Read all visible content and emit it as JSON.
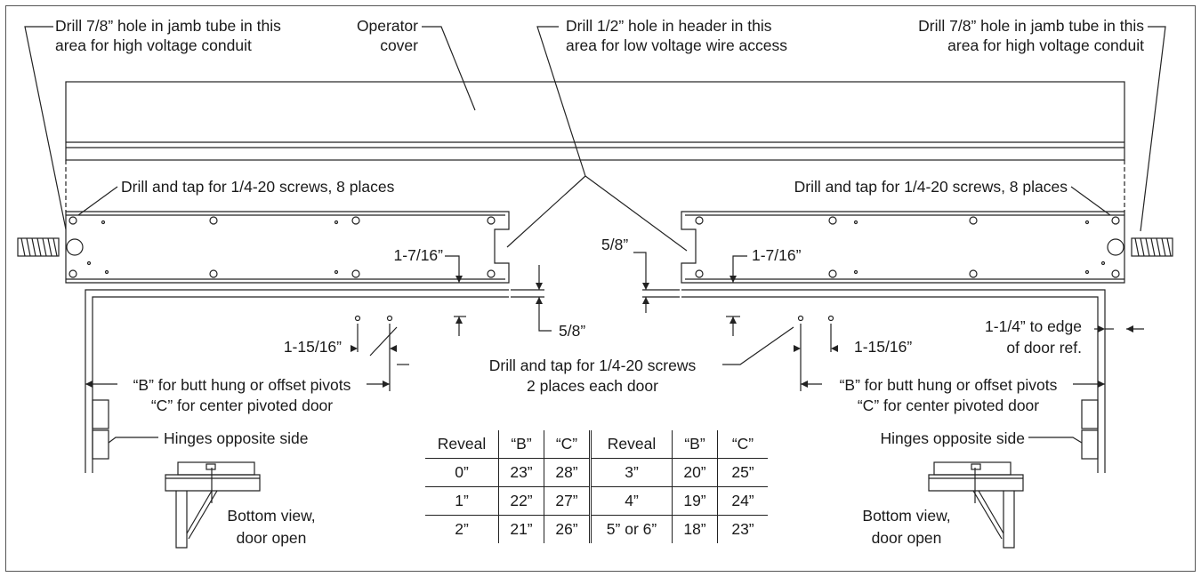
{
  "labels": {
    "drill_jamb_left_1": "Drill 7/8” hole in jamb tube in this",
    "drill_jamb_left_2": "area for high voltage conduit",
    "operator_cover_1": "Operator",
    "operator_cover_2": "cover",
    "drill_header_1": "Drill 1/2” hole in header in this",
    "drill_header_2": "area for low voltage wire access",
    "drill_jamb_right_1": "Drill 7/8” hole in jamb tube in this",
    "drill_jamb_right_2": "area for high voltage conduit",
    "tap_8_left": "Drill and tap for 1/4-20 screws, 8 places",
    "tap_8_right": "Drill and tap for 1/4-20 screws, 8 places",
    "dim_1_7_16_left": "1-7/16”",
    "dim_1_7_16_right": "1-7/16”",
    "dim_5_8_top": "5/8”",
    "dim_5_8_bottom": "5/8”",
    "dim_1_15_16_left": "1-15/16”",
    "dim_1_15_16_right": "1-15/16”",
    "edge_ref_1": "1-1/4” to edge",
    "edge_ref_2": "of door ref.",
    "tap_2_1": "Drill and tap for 1/4-20 screws",
    "tap_2_2": "2 places each door",
    "b_left": "“B” for butt hung or offset pivots",
    "c_left": "“C” for center pivoted door",
    "b_right": "“B” for butt hung or offset pivots",
    "c_right": "“C” for center pivoted door",
    "hinges_left": "Hinges opposite side",
    "hinges_right": "Hinges opposite side",
    "bottom_view_left_1": "Bottom view,",
    "bottom_view_left_2": "door open",
    "bottom_view_right_1": "Bottom view,",
    "bottom_view_right_2": "door open"
  },
  "reveal_table": {
    "headers": [
      "Reveal",
      "“B”",
      "“C”",
      "Reveal",
      "“B”",
      "“C”"
    ],
    "rows": [
      [
        "0”",
        "23”",
        "28”",
        "3”",
        "20”",
        "25”"
      ],
      [
        "1”",
        "22”",
        "27”",
        "4”",
        "19”",
        "24”"
      ],
      [
        "2”",
        "21”",
        "26”",
        "5” or 6”",
        "18”",
        "23”"
      ]
    ]
  },
  "colors": {
    "line": "#222222",
    "text": "#1a1a1a",
    "border": "#555555"
  }
}
